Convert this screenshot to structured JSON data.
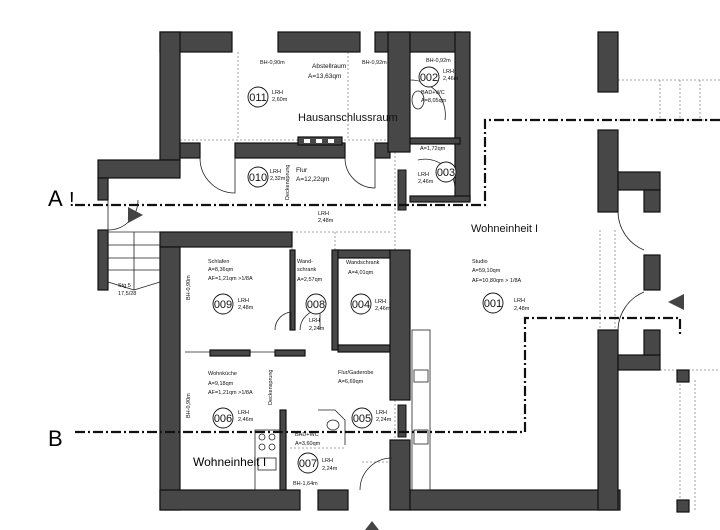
{
  "title": "Grundriss",
  "sections": {
    "a": "A",
    "a_mark": "!",
    "b": "B"
  },
  "labels": {
    "hausanschluss": "Hausanschlussraum",
    "wohneinheit_upper": "Wohneinheit I",
    "wohneinheit_lower": "Wohneinheit I",
    "stairs_count": "Stg 5",
    "stairs_ratio": "17,5/28",
    "bh_011_left": "BH-0,90m",
    "bh_011_right": "BH-0,92m",
    "bh_002": "BH-0,92m",
    "bh_007": "BH-1,64m",
    "bh_009": "BH-0,90m",
    "bh_006": "BH-0,90m",
    "deckensprung_1": "Deckensprung",
    "deckensprung_2": "Deckensprung",
    "corridor_lrh": "LRH",
    "corridor_lrh_val": "2,48m"
  },
  "rooms": [
    {
      "num": "011",
      "name": "Abstellraum",
      "area": "A=13,63qm",
      "lrh": "LRH",
      "lrh_val": "2,60m"
    },
    {
      "num": "010",
      "name": "Flur",
      "area": "A=12,22qm",
      "lrh": "LRH",
      "lrh_val": "2,32m"
    },
    {
      "num": "002",
      "name": "BAD+WC",
      "area": "A=8,05qm",
      "lrh": "LRH",
      "lrh_val": "2,46m"
    },
    {
      "num": "003",
      "name": "",
      "area": "A=1,72qm",
      "lrh": "LRH",
      "lrh_val": "2,46m"
    },
    {
      "num": "009",
      "name": "Schlafen",
      "area": "A=8,36qm",
      "af": "AF=1,21qm >1/8A",
      "lrh": "LRH",
      "lrh_val": "2,48m"
    },
    {
      "num": "008",
      "name": "Wand-",
      "name2": "schrank",
      "area": "A=2,57qm",
      "lrh": "LRH",
      "lrh_val": "2,24m"
    },
    {
      "num": "004",
      "name": "Wandschrank",
      "area": "A=4,01qm",
      "lrh": "LRH",
      "lrh_val": "2,46m"
    },
    {
      "num": "001",
      "name": "Studio",
      "area": "A=59,10qm",
      "af": "AF=10,80qm > 1/8A",
      "lrh": "LRH",
      "lrh_val": "2,48m"
    },
    {
      "num": "006",
      "name": "Wohnküche",
      "area": "A=9,18qm",
      "af": "AF=1,21qm >1/8A",
      "lrh": "LRH",
      "lrh_val": "2,46m"
    },
    {
      "num": "005",
      "name": "Flur/Gaderobe",
      "area": "A=6,69qm",
      "lrh": "LRH",
      "lrh_val": "2,24m"
    },
    {
      "num": "007",
      "name": "BAD+WC",
      "area": "A=3,60qm",
      "lrh": "LRH",
      "lrh_val": "2,24m"
    }
  ]
}
